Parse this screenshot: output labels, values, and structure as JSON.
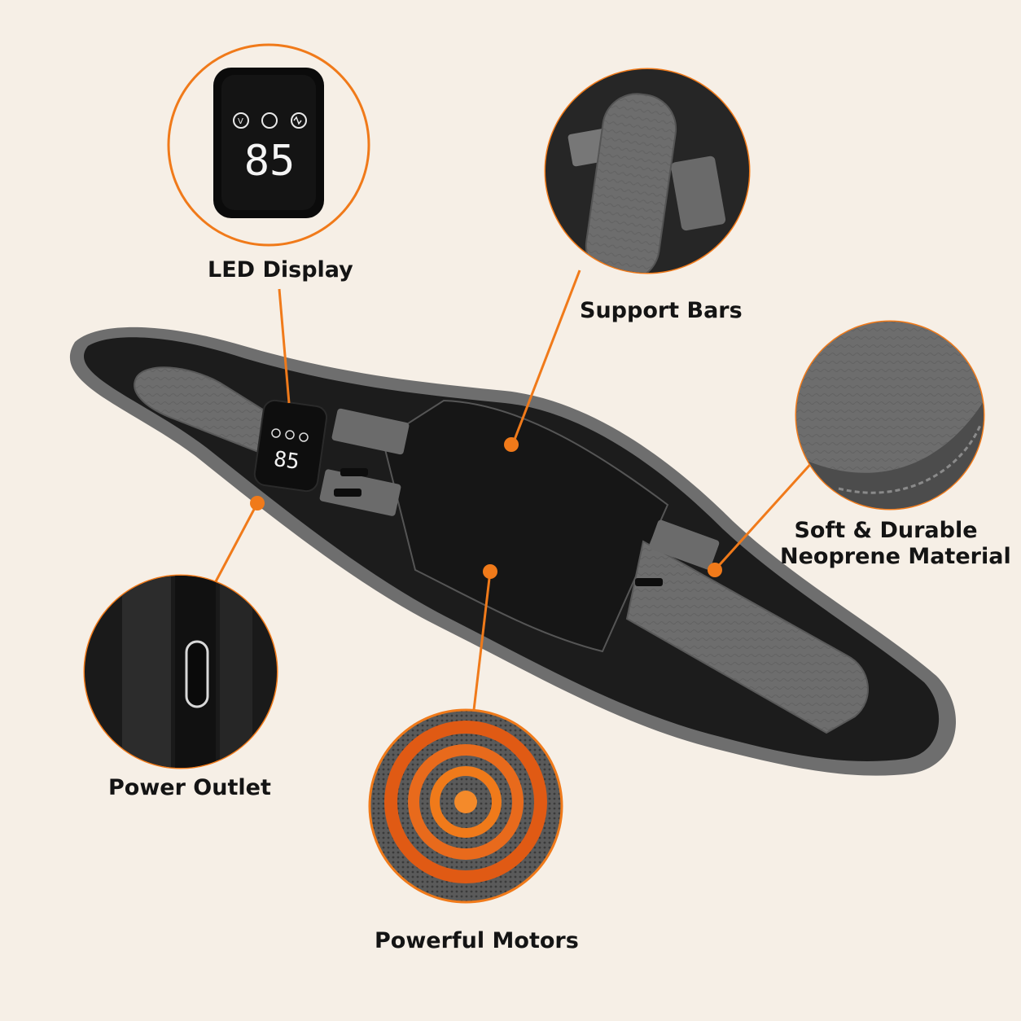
{
  "labels": {
    "led_display": "LED Display",
    "support_bars": "Support Bars",
    "neoprene_line1": "Soft & Durable",
    "neoprene_line2": "Neoprene Material",
    "power_outlet": "Power Outlet",
    "powerful_motors": "Powerful Motors"
  },
  "display": {
    "readout": "85",
    "icons": [
      "v-mode-icon",
      "power-icon",
      "wave-icon"
    ]
  },
  "colors": {
    "accent": "#f07a1a",
    "background": "#f6efe6",
    "belt_dark": "#1c1c1c",
    "belt_edge": "#6e6e6e",
    "strap": "#6b6b6b"
  }
}
